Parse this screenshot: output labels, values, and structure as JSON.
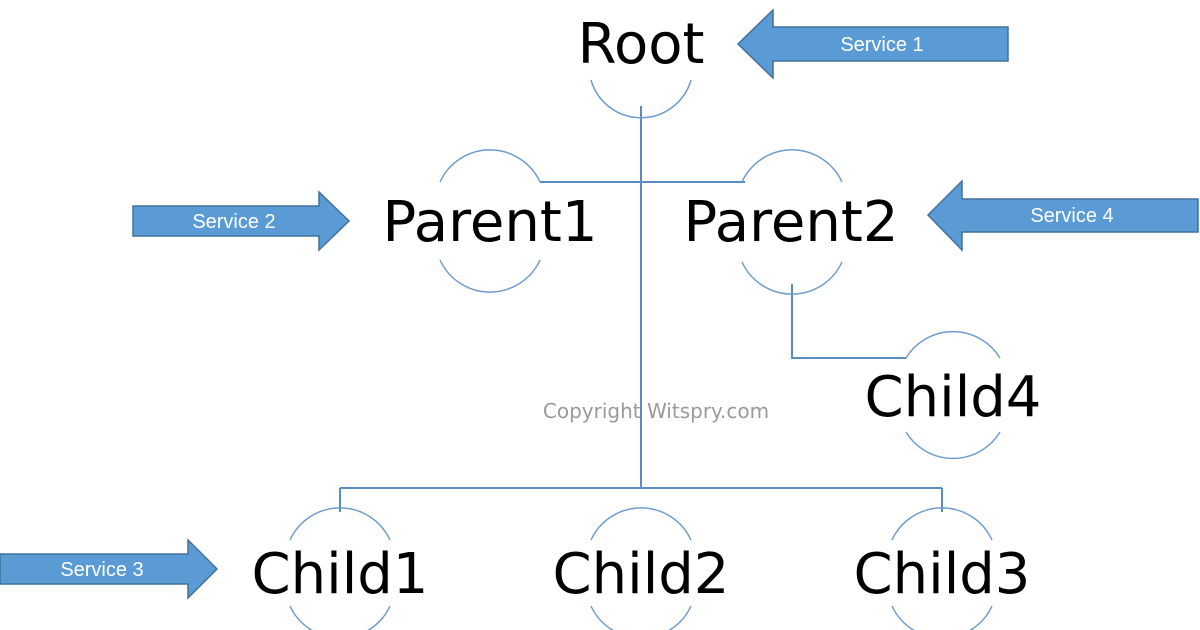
{
  "nodes": {
    "root": "Root",
    "parent1": "Parent1",
    "parent2": "Parent2",
    "child1": "Child1",
    "child2": "Child2",
    "child3": "Child3",
    "child4": "Child4"
  },
  "arrows": {
    "service1": "Service 1",
    "service2": "Service 2",
    "service3": "Service 3",
    "service4": "Service 4"
  },
  "watermark": "Copyright Witspry.com",
  "colors": {
    "arrow_fill": "#5b9bd5",
    "arrow_border": "#41719c",
    "connector": "#5b8cc0",
    "node_text": "#000000"
  }
}
